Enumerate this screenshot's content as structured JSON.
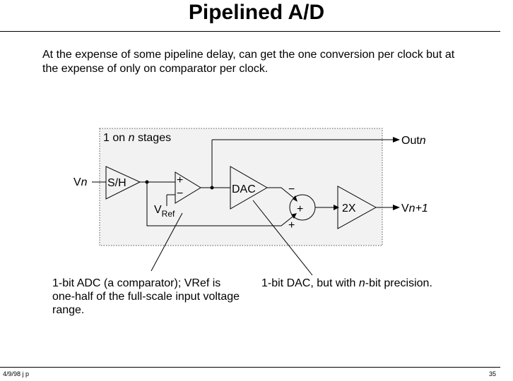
{
  "slide": {
    "title": "Pipelined A/D",
    "intro": "At the expense of some pipeline delay, can get the one conversion per clock but at the expense of only on comparator per clock.",
    "footer_left": "4/9/98 j p",
    "footer_right": "35"
  },
  "diagram": {
    "stage_label_1": "1 on ",
    "stage_label_n": "n",
    "stage_label_2": " stages",
    "vin_v": "V",
    "vin_n": "n",
    "sh": "S/H",
    "plus": "+",
    "minus": "−",
    "vref_v": "V",
    "vref_sub": "Ref",
    "dac": "DAC",
    "sum": "+",
    "gain": "2X",
    "out_label_1": "Out",
    "out_label_n": "n",
    "vout_v": "V",
    "vout_n": "n+1"
  },
  "callouts": {
    "adc": "1-bit ADC (a comparator); VRef is one-half of the full-scale input voltage range.",
    "dac_1": "1-bit DAC, but with ",
    "dac_n": "n",
    "dac_2": "-bit precision."
  }
}
